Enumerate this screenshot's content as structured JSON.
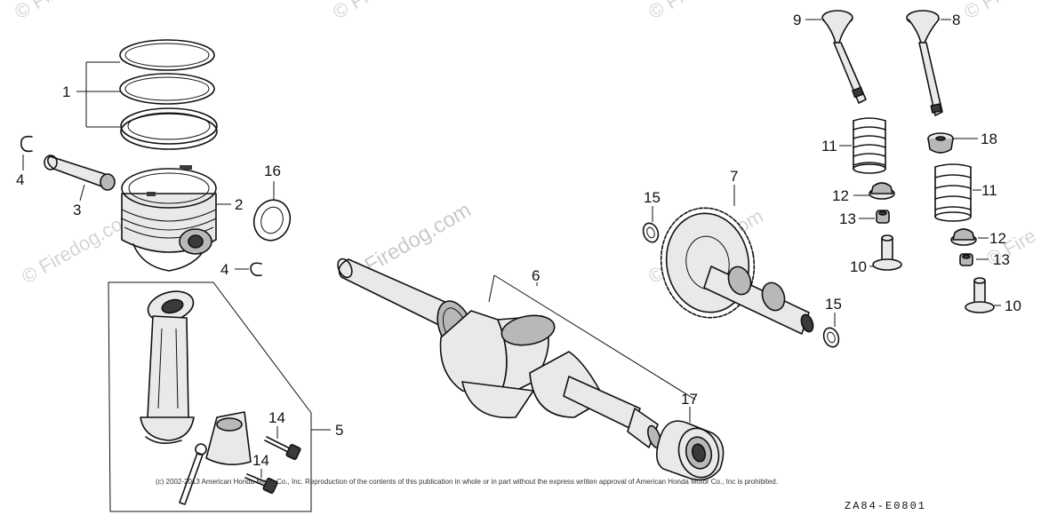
{
  "watermark": {
    "text": "© Firedog.com",
    "short": "© Fire"
  },
  "copyright": "(c) 2002-2013 American Honda Motor Co., Inc. Reproduction of the contents of this publication in whole or in part without the express written approval of American Honda Motor Co., Inc is prohibited.",
  "diagram_code": "ZA84-E0801",
  "callouts": {
    "c1": "1",
    "c2": "2",
    "c3": "3",
    "c4a": "4",
    "c4b": "4",
    "c5": "5",
    "c6": "6",
    "c7": "7",
    "c8": "8",
    "c9": "9",
    "c10a": "10",
    "c10b": "10",
    "c11a": "11",
    "c11b": "11",
    "c12a": "12",
    "c12b": "12",
    "c13a": "13",
    "c13b": "13",
    "c14a": "14",
    "c14b": "14",
    "c15a": "15",
    "c15b": "15",
    "c16": "16",
    "c17": "17",
    "c18": "18"
  }
}
